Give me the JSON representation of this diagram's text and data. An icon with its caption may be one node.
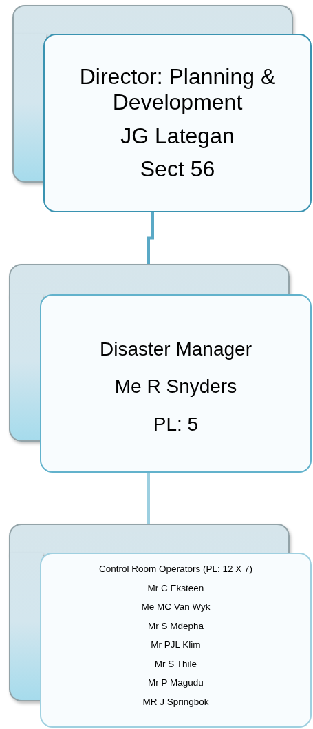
{
  "diagram": {
    "nodes": [
      {
        "text": [],
        "shape": "box"
      },
      {
        "text": [
          "Director: Planning & Development",
          "JG Lategan",
          "Sect 56"
        ]
      },
      {
        "text": [],
        "shape": "box"
      },
      {
        "text": [
          "Disaster Manager",
          "Me R Snyders",
          "PL: 5"
        ]
      },
      {
        "text": [],
        "shape": "box"
      },
      {
        "text": [
          "Control Room Operators (PL: 12 X 7)",
          "Mr C Eksteen",
          "Me MC Van Wyk",
          "Mr S Mdepha",
          "Mr PJL Klim",
          "Mr S Thile",
          "Mr P Magudu",
          "MR J Springbok"
        ]
      }
    ],
    "edges": [
      {
        "from": 1,
        "to": 2,
        "arrow": "none"
      },
      {
        "from": 3,
        "to": 4,
        "arrow": "none"
      }
    ]
  }
}
